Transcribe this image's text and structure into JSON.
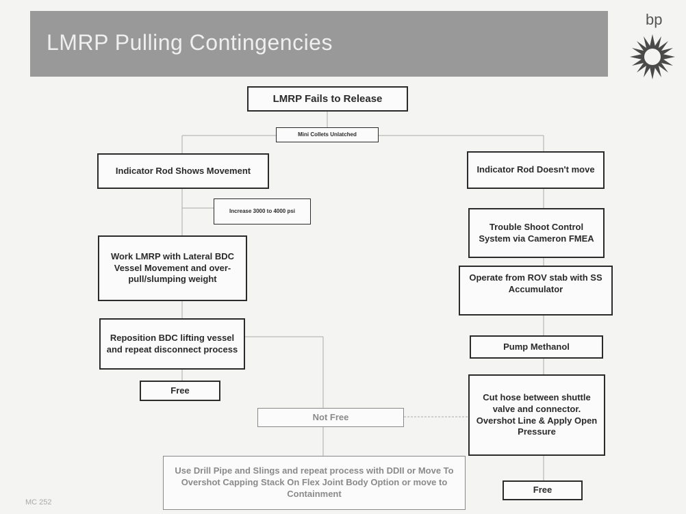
{
  "title": "LMRP Pulling Contingencies",
  "logo": "bp",
  "footer": "MC 252",
  "nodes": {
    "fails_to_release": "LMRP Fails to Release",
    "mini_collets": "Mini Collets Unlatched",
    "rod_shows_movement": "Indicator Rod Shows Movement",
    "rod_doesnt_move": "Indicator Rod Doesn't move",
    "increase_pressure": "Increase 3000 to 4000 psi",
    "work_lmrp": "Work LMRP with Lateral BDC Vessel Movement and over-pull/slumping weight",
    "trouble_shoot": "Trouble Shoot Control System via Cameron FMEA",
    "operate_rov": "Operate from ROV stab with SS Accumulator",
    "reposition": "Reposition BDC lifting vessel and repeat disconnect process",
    "pump_methanol": "Pump Methanol",
    "free_left": "Free",
    "cut_hose": "Cut hose between shuttle valve and connector.  Overshot Line & Apply Open Pressure",
    "not_free": "Not Free",
    "drill_pipe": "Use Drill Pipe and Slings and repeat process with DDII or Move To Overshot Capping Stack On Flex Joint Body Option or move to Containment",
    "free_right": "Free"
  }
}
